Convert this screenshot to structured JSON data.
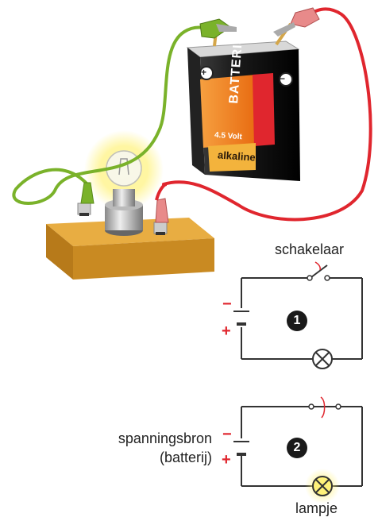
{
  "illustration": {
    "battery": {
      "brand": "BATTERIJ",
      "voltage": "4.5 Volt",
      "type": "alkaline",
      "plus_symbol": "+",
      "minus_symbol": "−"
    }
  },
  "diagram1": {
    "number": "1",
    "switch_label": "schakelaar",
    "minus_sign": "−",
    "plus_sign": "+"
  },
  "diagram2": {
    "number": "2",
    "source_label_line1": "spanningsbron",
    "source_label_line2": "(batterij)",
    "lamp_label": "lampje",
    "minus_sign": "−",
    "plus_sign": "+"
  },
  "colors": {
    "green_wire": "#7ab22a",
    "red_wire": "#e0262e",
    "wood": "#d99a2c",
    "battery_orange": "#f07a1c",
    "battery_red": "#e0262e",
    "glow": "#fff27a"
  }
}
